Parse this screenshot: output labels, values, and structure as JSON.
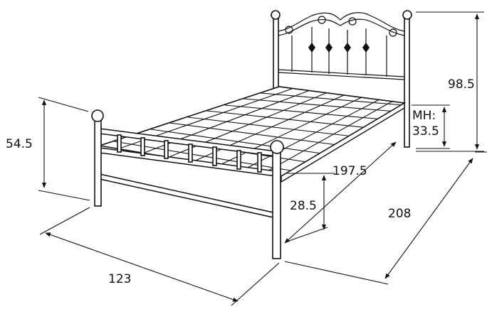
{
  "colors": {
    "line": "#111111",
    "background": "#ffffff"
  },
  "dimensions": {
    "headboard_height": "98.5",
    "footboard_height": "54.5",
    "mattress_height_label": "MH:",
    "mattress_height_value": "33.5",
    "inner_length": "197.5",
    "under_clearance": "28.5",
    "total_length": "208",
    "total_width": "123"
  }
}
